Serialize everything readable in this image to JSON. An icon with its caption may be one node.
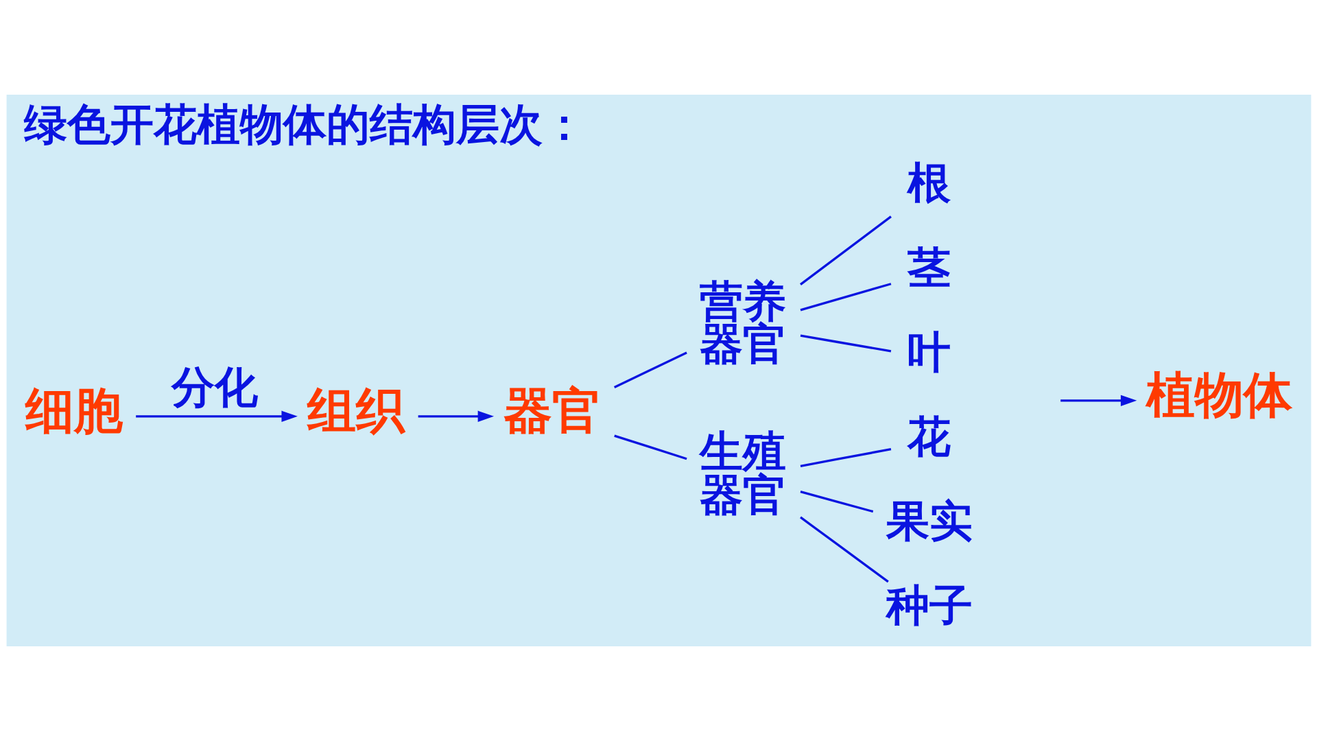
{
  "diagram": {
    "title": "绿色开花植物体的结构层次：",
    "nodes": [
      {
        "text": [
          "细胞"
        ]
      },
      {
        "text": [
          "组织"
        ]
      },
      {
        "text": [
          "器官"
        ]
      },
      {
        "text": [
          "营养器官"
        ]
      },
      {
        "text": [
          "根"
        ]
      },
      {
        "text": [
          "茎"
        ]
      },
      {
        "text": [
          "叶"
        ]
      },
      {
        "text": [
          "生殖器官"
        ]
      },
      {
        "text": [
          "花"
        ]
      },
      {
        "text": [
          "果实"
        ]
      },
      {
        "text": [
          "种子"
        ]
      },
      {
        "text": [
          "植物体"
        ]
      }
    ],
    "edges": [
      {
        "from": 0,
        "to": 1,
        "arrow": "to",
        "label": "分化"
      },
      {
        "from": 1,
        "to": 2,
        "arrow": "to"
      },
      {
        "from": 2,
        "to": 3,
        "arrow": "none"
      },
      {
        "from": 2,
        "to": 7,
        "arrow": "none"
      },
      {
        "from": 3,
        "to": 4,
        "arrow": "none"
      },
      {
        "from": 3,
        "to": 5,
        "arrow": "none"
      },
      {
        "from": 3,
        "to": 6,
        "arrow": "none"
      },
      {
        "from": 7,
        "to": 8,
        "arrow": "none"
      },
      {
        "from": 7,
        "to": 9,
        "arrow": "none"
      },
      {
        "from": 7,
        "to": 10,
        "arrow": "none"
      },
      {
        "from": null,
        "to": 11,
        "arrow": "to"
      }
    ]
  }
}
